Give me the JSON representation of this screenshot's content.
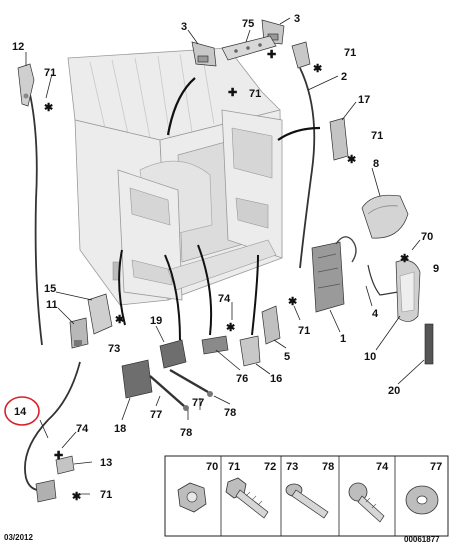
{
  "callouts": [
    {
      "id": "12",
      "text": "12"
    },
    {
      "id": "71a",
      "text": "71"
    },
    {
      "id": "3a",
      "text": "3"
    },
    {
      "id": "75",
      "text": "75"
    },
    {
      "id": "3b",
      "text": "3"
    },
    {
      "id": "71b",
      "text": "71"
    },
    {
      "id": "2",
      "text": "2"
    },
    {
      "id": "71c",
      "text": "71"
    },
    {
      "id": "17",
      "text": "17"
    },
    {
      "id": "71d",
      "text": "71"
    },
    {
      "id": "8",
      "text": "8"
    },
    {
      "id": "70",
      "text": "70"
    },
    {
      "id": "9",
      "text": "9"
    },
    {
      "id": "15",
      "text": "15"
    },
    {
      "id": "11",
      "text": "11"
    },
    {
      "id": "73",
      "text": "73"
    },
    {
      "id": "19",
      "text": "19"
    },
    {
      "id": "74a",
      "text": "74"
    },
    {
      "id": "76",
      "text": "76"
    },
    {
      "id": "71e",
      "text": "71"
    },
    {
      "id": "1",
      "text": "1"
    },
    {
      "id": "4",
      "text": "4"
    },
    {
      "id": "5",
      "text": "5"
    },
    {
      "id": "16",
      "text": "16"
    },
    {
      "id": "10",
      "text": "10"
    },
    {
      "id": "20",
      "text": "20"
    },
    {
      "id": "14",
      "text": "14"
    },
    {
      "id": "77a",
      "text": "77"
    },
    {
      "id": "77b",
      "text": "77"
    },
    {
      "id": "78a",
      "text": "78"
    },
    {
      "id": "18",
      "text": "18"
    },
    {
      "id": "78b",
      "text": "78"
    },
    {
      "id": "74b",
      "text": "74"
    },
    {
      "id": "13",
      "text": "13"
    },
    {
      "id": "71f",
      "text": "71"
    }
  ],
  "legend": {
    "headers": [
      {
        "id": "70",
        "text": "70"
      },
      {
        "id": "71",
        "text": "71"
      },
      {
        "id": "72",
        "text": "72"
      },
      {
        "id": "73",
        "text": "73"
      },
      {
        "id": "78",
        "text": "78"
      },
      {
        "id": "74",
        "text": "74"
      },
      {
        "id": "77",
        "text": "77"
      }
    ]
  },
  "footer": {
    "date": "03/2012",
    "ref": "00061877"
  },
  "colors": {
    "highlight_circle": "#d9202a",
    "ink": "#111111",
    "van_fill": "#ececec"
  }
}
